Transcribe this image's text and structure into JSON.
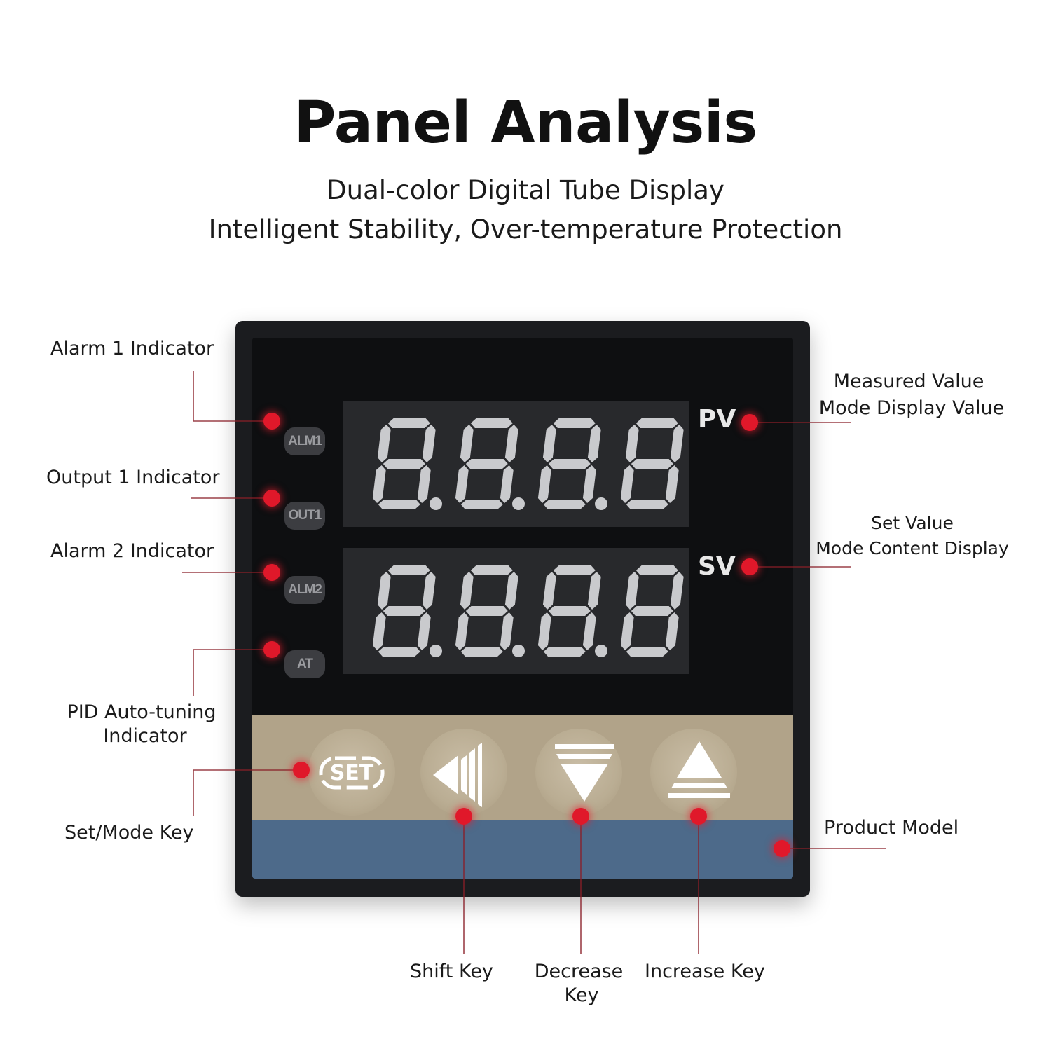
{
  "title": "Panel Analysis",
  "subtitle_1": "Dual-color Digital Tube Display",
  "subtitle_2": "Intelligent Stability, Over-temperature Protection",
  "device": {
    "indicators": [
      "ALM1",
      "OUT1",
      "ALM2",
      "AT"
    ],
    "pv_tag": "PV",
    "sv_tag": "SV",
    "pv_display": "8.8.8.8",
    "sv_display": "8.8.8.8",
    "set_key_label": "SET",
    "colors": {
      "body": "#1b1c1f",
      "display": "#28292c",
      "segment": "#c9cacd",
      "keypad": "#b1a389",
      "model_strip": "#4d6a8a",
      "callout_dot": "#e0182a"
    }
  },
  "labels": {
    "alarm1": "Alarm 1 Indicator",
    "output1": "Output 1 Indicator",
    "alarm2": "Alarm 2 Indicator",
    "pid_line1": "PID Auto-tuning",
    "pid_line2": "Indicator",
    "set_mode": "Set/Mode Key",
    "pv_line1": "Measured Value",
    "pv_line2": "Mode Display Value",
    "sv_line1": "Set Value",
    "sv_line2": "Mode Content Display",
    "product_model": "Product Model",
    "shift": "Shift Key",
    "decrease_line1": "Decrease",
    "decrease_line2": "Key",
    "increase": "Increase Key"
  }
}
